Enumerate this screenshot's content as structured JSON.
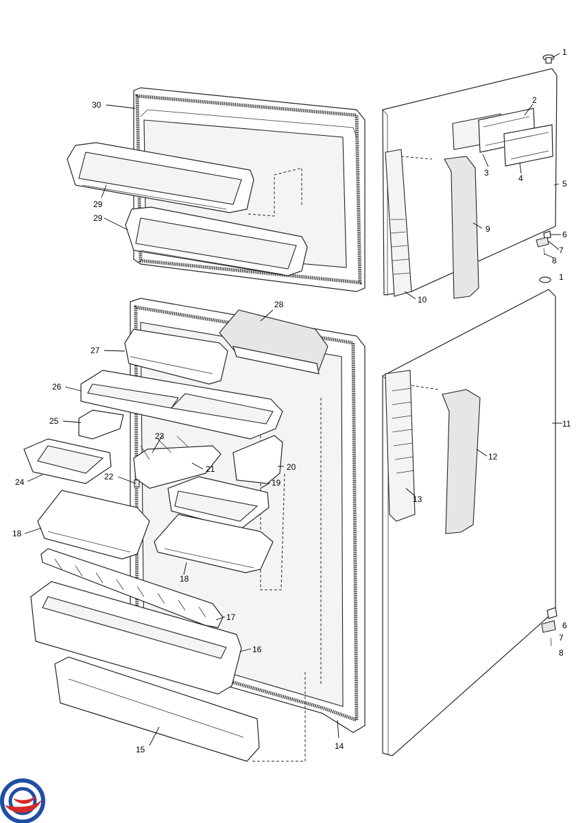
{
  "diagram": {
    "callouts": [
      "1",
      "2",
      "3",
      "4",
      "5",
      "6",
      "7",
      "8",
      "9",
      "10",
      "11",
      "12",
      "13",
      "14",
      "15",
      "16",
      "17",
      "18",
      "19",
      "20",
      "21",
      "22",
      "23",
      "24",
      "25",
      "26",
      "27",
      "28",
      "29",
      "30"
    ]
  },
  "brand": {
    "logo_colors": [
      "#1f4fa3",
      "#d42a2a"
    ]
  }
}
